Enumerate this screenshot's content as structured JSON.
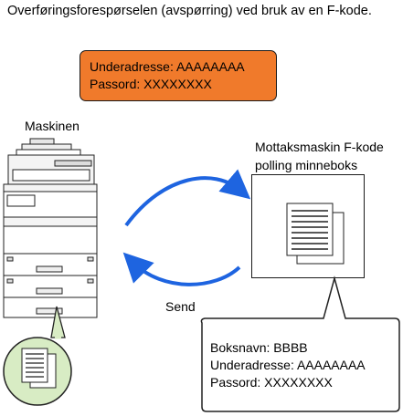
{
  "title": "Overføringsforespørselen (avspørring) ved bruk av en F-kode.",
  "credentials_box": {
    "subaddress": "Underadresse: AAAAAAAA",
    "password": "Passord: XXXXXXXX"
  },
  "sender": {
    "label": "Maskinen"
  },
  "receiver": {
    "label_line1": "Mottaksmaskin F-kode",
    "label_line2": "polling minneboks"
  },
  "send_label": "Send",
  "memory_box_info": {
    "box_name": "Boksnavn: BBBB",
    "subaddress": "Underadresse: AAAAAAAA",
    "password": "Passord: XXXXXXXX"
  },
  "colors": {
    "credentials_fill": "#f07a2b",
    "arrow_blue": "#1e64e0",
    "document_circle": "#d8ecc4"
  }
}
